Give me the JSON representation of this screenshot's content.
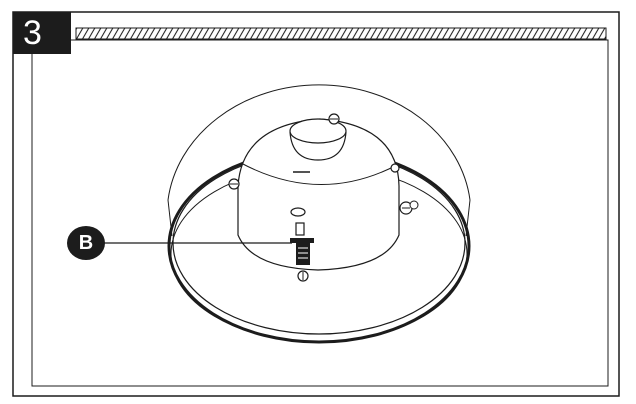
{
  "step": {
    "number": "3"
  },
  "callouts": [
    {
      "label": "B"
    }
  ],
  "colors": {
    "ink": "#1c1c1c",
    "paper": "#ffffff"
  },
  "icons": {
    "ceiling": "ceiling-hatch",
    "screw": "screw-icon",
    "spring_clip": "spring-clip-icon"
  }
}
